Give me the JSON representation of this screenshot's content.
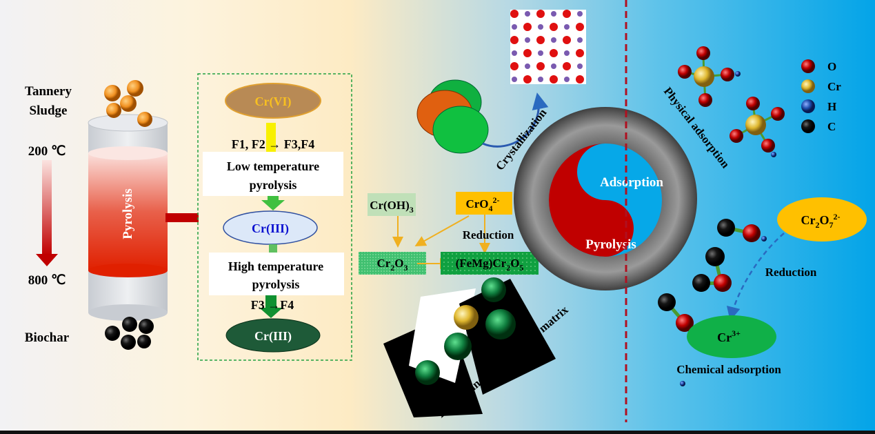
{
  "left": {
    "feed_label_1": "Tannery",
    "feed_label_2": "Sludge",
    "temp_start": "200 ℃",
    "temp_end": "800 ℃",
    "product_label": "Biochar",
    "reactor_label": "Pyrolysis"
  },
  "process_box": {
    "cr6_label": "Cr(VI)",
    "fraction_shift_1": "F1, F2 → F3,F4",
    "low_temp_1": "Low temperature",
    "low_temp_2": "pyrolysis",
    "cr3_mid_label": "Cr(III)",
    "high_temp_1": "High temperature",
    "high_temp_2": "pyrolysis",
    "fraction_shift_2": "F3 →F4",
    "cr3_final_label": "Cr(III)"
  },
  "middle": {
    "crystallization": "Crystallization",
    "croh3": {
      "base": "Cr(OH)",
      "sub": "3"
    },
    "cro4": {
      "base": "CrO",
      "sub": "4",
      "sup": "2-"
    },
    "reduction": "Reduction",
    "cr2o3": {
      "a": "Cr",
      "s1": "2",
      "b": "O",
      "s2": "3"
    },
    "spinel": {
      "a": "(FeMg)Cr",
      "s1": "2",
      "b": "O",
      "s2": "5"
    },
    "embedding": "Embedding of Cr in the C matrix"
  },
  "center": {
    "adsorption": "Adsorption",
    "pyrolysis": "Pyrolysis"
  },
  "right": {
    "physical_adsorption": "Physical adsorption",
    "dichromate": {
      "a": "Cr",
      "s1": "2",
      "b": "O",
      "s2": "7",
      "sup": "2-"
    },
    "reduction": "Reduction",
    "cr3plus": {
      "base": "Cr",
      "sup": "3+"
    },
    "chemical_adsorption": "Chemical adsorption",
    "legend": [
      {
        "label": "O",
        "color": "#c00000"
      },
      {
        "label": "Cr",
        "color": "#e8c030"
      },
      {
        "label": "H",
        "color": "#2050b0"
      },
      {
        "label": "C",
        "color": "#101010"
      }
    ]
  },
  "colors": {
    "reactor_red": "#e03010",
    "box_border": "#20a040",
    "divider": "#b01020",
    "blue_bg": "#05a6e8",
    "orange": "#ffc000",
    "green": "#00b050"
  }
}
